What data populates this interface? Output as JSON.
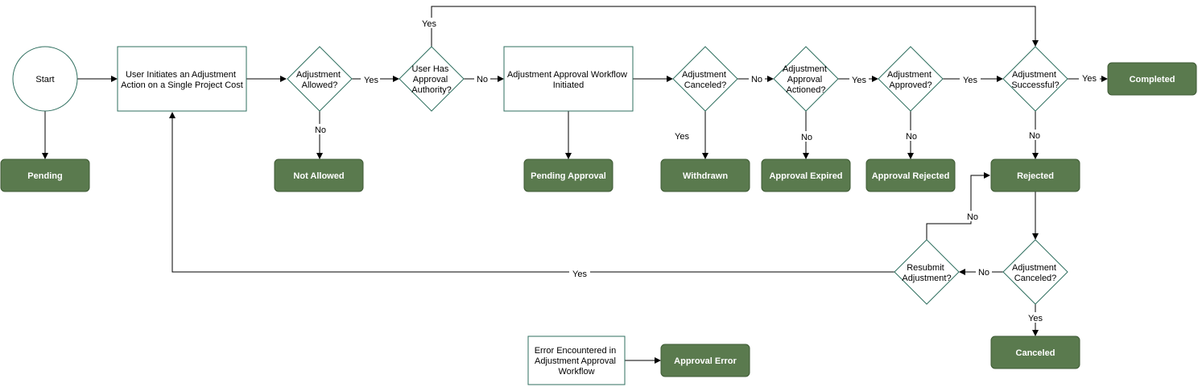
{
  "colors": {
    "shape_stroke": "#2f6f5f",
    "status_fill": "#5a7a4e",
    "status_stroke": "#3e5a34",
    "status_text": "#ffffff",
    "arrow": "#000000"
  },
  "nodes": {
    "start": {
      "label": "Start"
    },
    "initiate": {
      "label": [
        "User Initiates an Adjustment",
        "Action on a Single Project Cost"
      ]
    },
    "d_allowed": {
      "label": [
        "Adjustment",
        "Allowed?"
      ]
    },
    "d_authority": {
      "label": [
        "User Has",
        "Approval",
        "Authority?"
      ]
    },
    "workflow": {
      "label": [
        "Adjustment Approval Workflow",
        "Initiated"
      ]
    },
    "d_canceled": {
      "label": [
        "Adjustment",
        "Canceled?"
      ]
    },
    "d_actioned": {
      "label": [
        "Adjustment",
        "Approval",
        "Actioned?"
      ]
    },
    "d_approved": {
      "label": [
        "Adjustment",
        "Approved?"
      ]
    },
    "d_successful": {
      "label": [
        "Adjustment",
        "Successful?"
      ]
    },
    "d_canceled2": {
      "label": [
        "Adjustment",
        "Canceled?"
      ]
    },
    "d_resubmit": {
      "label": [
        "Resubmit",
        "Adjustment?"
      ]
    },
    "error_box": {
      "label": [
        "Error Encountered in",
        "Adjustment Approval",
        "Workflow"
      ]
    }
  },
  "statuses": {
    "pending": "Pending",
    "not_allowed": "Not Allowed",
    "pending_approval": "Pending Approval",
    "withdrawn": "Withdrawn",
    "approval_expired": "Approval Expired",
    "approval_rejected": "Approval Rejected",
    "rejected": "Rejected",
    "completed": "Completed",
    "canceled": "Canceled",
    "approval_error": "Approval Error"
  },
  "edge_labels": {
    "allowed_yes": "Yes",
    "allowed_no": "No",
    "authority_yes": "Yes",
    "authority_no": "No",
    "canceled_yes": "Yes",
    "canceled_no": "No",
    "actioned_yes": "Yes",
    "actioned_no": "No",
    "approved_yes": "Yes",
    "approved_no": "No",
    "successful_yes": "Yes",
    "successful_no": "No",
    "canceled2_yes": "Yes",
    "canceled2_no": "No",
    "resubmit_yes": "Yes",
    "resubmit_no": "No"
  }
}
